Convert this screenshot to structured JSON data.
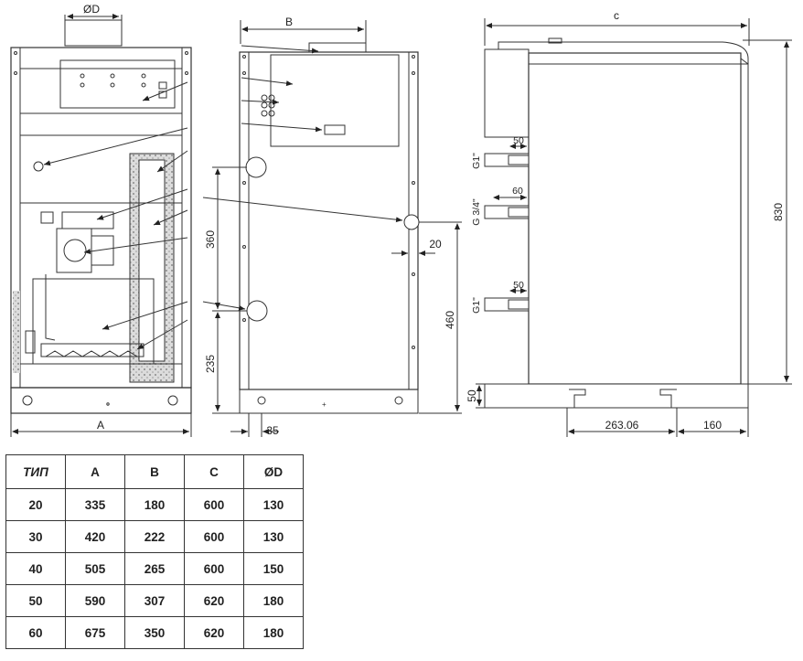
{
  "front_view": {
    "dim_flue": "ØD",
    "dim_width": "A"
  },
  "side_view": {
    "dim_top": "B",
    "dim_360": "360",
    "dim_460": "460",
    "dim_235": "235",
    "dim_20": "20",
    "dim_35": "35"
  },
  "profile_view": {
    "dim_depth": "c",
    "dim_height": "830",
    "dim_base": "50",
    "dim_foot_left": "263.06",
    "dim_foot_right": "160",
    "conn_top_size": "G1\"",
    "conn_top_len": "50",
    "conn_mid_size": "G 3/4\"",
    "conn_mid_len": "60",
    "conn_bot_size": "G1\"",
    "conn_bot_len": "50"
  },
  "table": {
    "headers": [
      "ТИП",
      "A",
      "B",
      "C",
      "ØD"
    ],
    "rows": [
      [
        "20",
        "335",
        "180",
        "600",
        "130"
      ],
      [
        "30",
        "420",
        "222",
        "600",
        "130"
      ],
      [
        "40",
        "505",
        "265",
        "600",
        "150"
      ],
      [
        "50",
        "590",
        "307",
        "620",
        "180"
      ],
      [
        "60",
        "675",
        "350",
        "620",
        "180"
      ]
    ]
  }
}
